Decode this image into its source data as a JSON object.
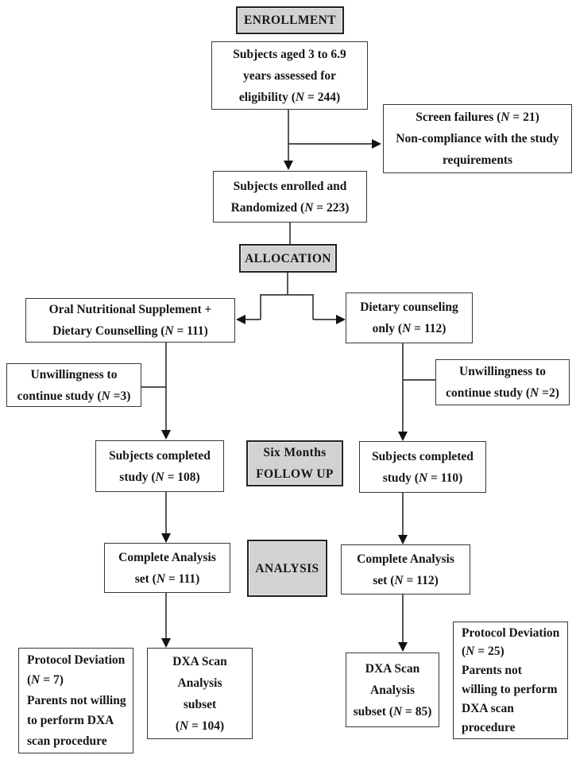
{
  "stages": {
    "enrollment": {
      "label": "ENROLLMENT"
    },
    "allocation": {
      "label": "ALLOCATION"
    },
    "followup": {
      "lines": [
        "Six Months",
        "FOLLOW UP"
      ]
    },
    "analysis": {
      "label": "ANALYSIS"
    }
  },
  "boxes": {
    "eligibility": {
      "lines": [
        "Subjects aged 3 to 6.9",
        "years assessed for",
        "eligibility (N = 244)"
      ]
    },
    "screen_failures": {
      "lines": [
        "Screen failures (N = 21)",
        "Non-compliance with the study",
        "requirements"
      ]
    },
    "enrolled": {
      "lines": [
        "Subjects enrolled and",
        "Randomized (N = 223)"
      ]
    },
    "ons_arm": {
      "lines": [
        "Oral Nutritional Supplement +",
        "Dietary Counselling (N = 111)"
      ]
    },
    "dc_arm": {
      "lines": [
        "Dietary counseling",
        "only (N = 112)"
      ]
    },
    "dropout_left": {
      "lines": [
        "Unwillingness to",
        "continue study (N =3)"
      ]
    },
    "dropout_right": {
      "lines": [
        "Unwillingness to",
        "continue study (N =2)"
      ]
    },
    "completed_left": {
      "lines": [
        "Subjects completed",
        "study (N = 108)"
      ]
    },
    "completed_right": {
      "lines": [
        "Subjects completed",
        "study (N = 110)"
      ]
    },
    "analysis_left": {
      "lines": [
        "Complete Analysis",
        "set (N = 111)"
      ]
    },
    "analysis_right": {
      "lines": [
        "Complete Analysis",
        "set (N = 112)"
      ]
    },
    "protocol_left": {
      "lines": [
        "Protocol Deviation",
        "(N = 7)",
        "Parents not willing",
        "to perform DXA",
        "scan procedure"
      ]
    },
    "dxa_left": {
      "lines": [
        "DXA Scan",
        "Analysis",
        "subset",
        "(N = 104)"
      ]
    },
    "dxa_right": {
      "lines": [
        "DXA Scan",
        "Analysis",
        "subset (N = 85)"
      ]
    },
    "protocol_right": {
      "lines": [
        "Protocol Deviation",
        "(N = 25)",
        "Parents not",
        "willing to perform",
        "DXA scan",
        "procedure"
      ]
    }
  },
  "colors": {
    "background": "#ffffff",
    "stage_fill": "#d2d2d2",
    "box_border": "#383838",
    "line": "#3a3a3a",
    "text": "#161616"
  }
}
